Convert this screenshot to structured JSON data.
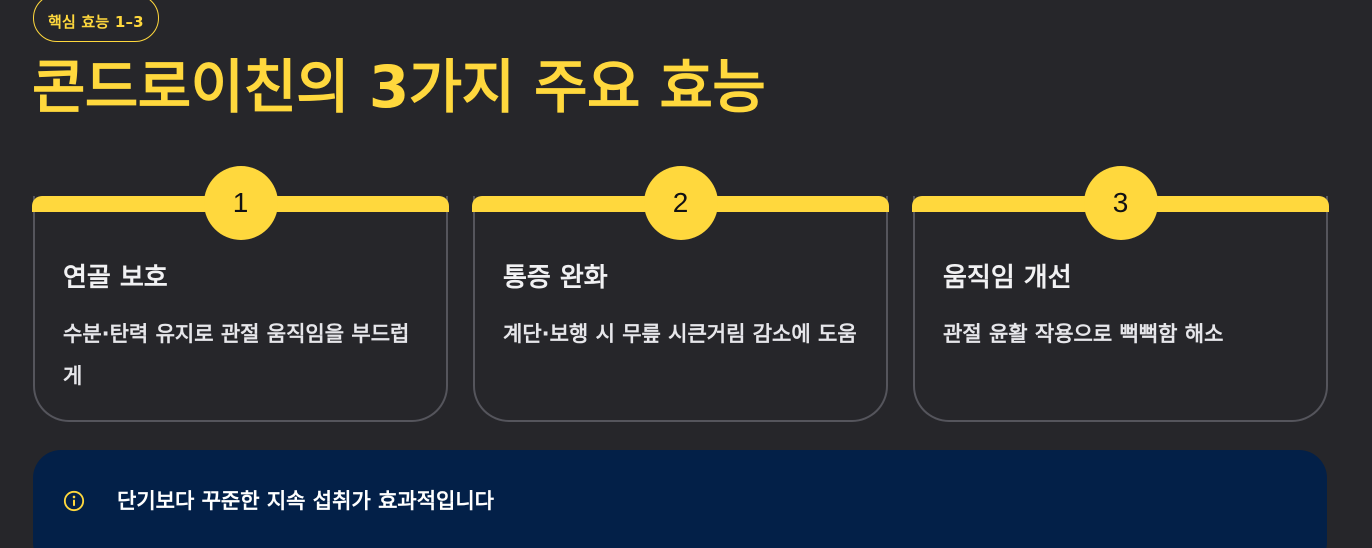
{
  "header": {
    "badge": "핵심 효능 1–3",
    "title": "콘드로이친의 3가지 주요 효능"
  },
  "cards": [
    {
      "number": "1",
      "title": "연골 보호",
      "description": "수분·탄력 유지로 관절 움직임을 부드럽게"
    },
    {
      "number": "2",
      "title": "통증 완화",
      "description": "계단·보행 시 무릎 시큰거림 감소에 도움"
    },
    {
      "number": "3",
      "title": "움직임 개선",
      "description": "관절 윤활 작용으로 뻑뻑함 해소"
    }
  ],
  "notice": {
    "icon": "info-icon",
    "text": "단기보다 꾸준한 지속 섭취가 효과적입니다"
  },
  "colors": {
    "background": "#26262a",
    "accent": "#ffd83d",
    "notice_background": "#032048",
    "card_border": "#55555c"
  }
}
